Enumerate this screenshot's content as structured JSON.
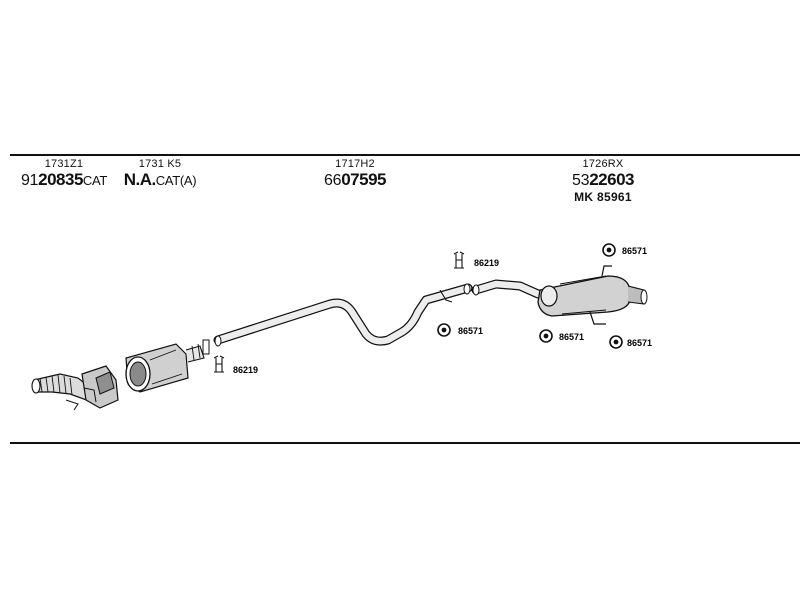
{
  "parts": [
    {
      "ref": "1731Z1",
      "num_prefix": "91",
      "num_bold": "20835",
      "num_suffix": "CAT",
      "sub": ""
    },
    {
      "ref": "1731 K5",
      "num_prefix": "",
      "num_bold": "N.A.",
      "num_suffix": "CAT(A)",
      "sub": ""
    },
    {
      "ref": "1717H2",
      "num_prefix": "66",
      "num_bold": "07595",
      "num_suffix": "",
      "sub": ""
    },
    {
      "ref": "1726RX",
      "num_prefix": "53",
      "num_bold": "22603",
      "num_suffix": "",
      "sub": "MK 85961"
    }
  ],
  "callouts": {
    "clamp_front": "86219",
    "clamp_rear": "86219",
    "hanger_mid": "86571",
    "hanger_top_right": "86571",
    "hanger_bottom_a": "86571",
    "hanger_bottom_b": "86571"
  },
  "colors": {
    "ink": "#111111",
    "fill_light": "#d9d9d9",
    "fill_mid": "#9a9a9a",
    "background": "#ffffff"
  }
}
